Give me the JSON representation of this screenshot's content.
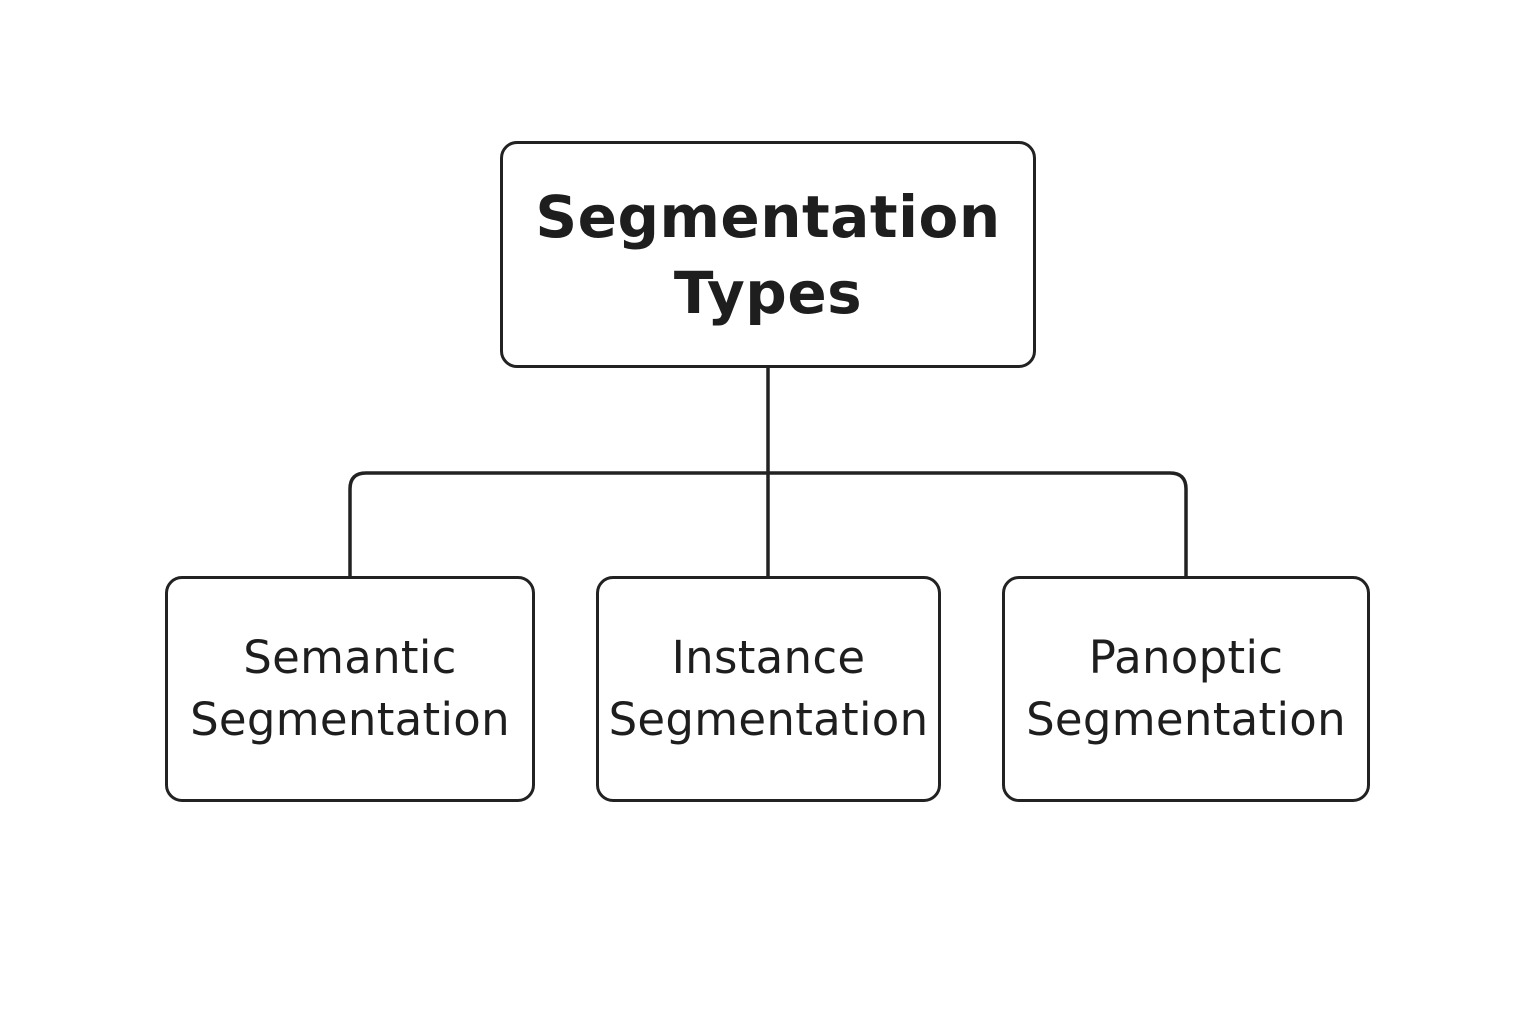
{
  "diagram": {
    "root": {
      "lines": [
        "Segmentation",
        "Types"
      ]
    },
    "children": [
      {
        "lines": [
          "Semantic",
          "Segmentation"
        ]
      },
      {
        "lines": [
          "Instance",
          "Segmentation"
        ]
      },
      {
        "lines": [
          "Panoptic",
          "Segmentation"
        ]
      }
    ],
    "colors": {
      "stroke": "#222222",
      "text": "#1e1e1e",
      "background": "#ffffff"
    }
  }
}
